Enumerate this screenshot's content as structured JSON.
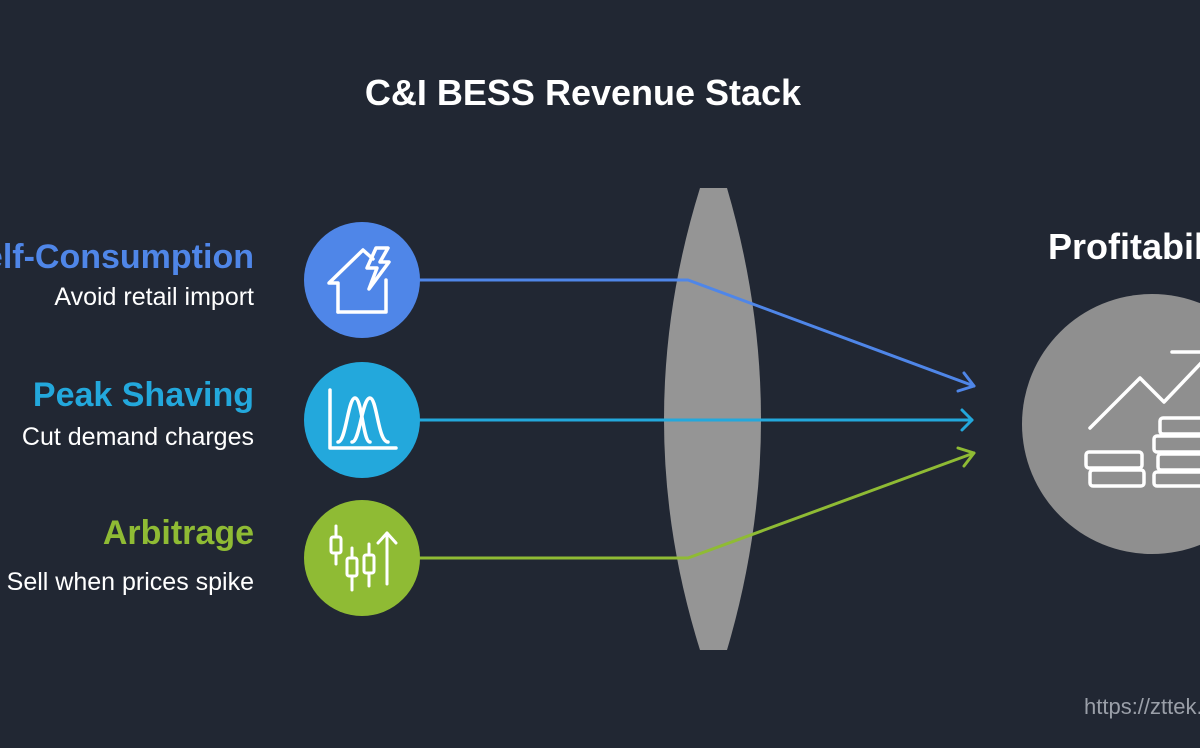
{
  "title": "C&I BESS Revenue Stack",
  "sources": [
    {
      "title": "Self-Consumption",
      "desc": "Avoid retail import",
      "color": "#4f86e8",
      "icon": "house-lightning-icon"
    },
    {
      "title": "Peak Shaving",
      "desc": "Cut demand charges",
      "color": "#23a8dc",
      "icon": "peak-curve-chart-icon"
    },
    {
      "title": "Arbitrage",
      "desc": "Sell when prices spike",
      "color": "#8fbb34",
      "icon": "candlestick-chart-icon"
    }
  ],
  "destination": {
    "title": "Profitability",
    "icon": "growth-coins-icon",
    "color": "#8f8f8f"
  },
  "lens_color": "#959595",
  "url": "https://zttek.com"
}
